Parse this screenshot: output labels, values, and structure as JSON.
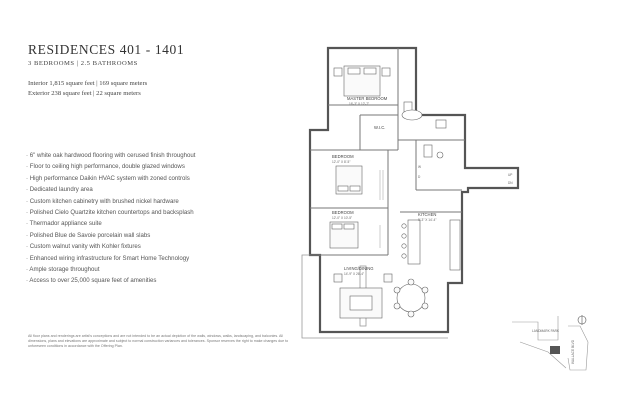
{
  "header": {
    "title": "RESIDENCES 401 - 1401",
    "subtitle": "3 BEDROOMS | 2.5 BATHROOMS",
    "interior": "Interior 1,815  square feet | 169 square meters",
    "exterior": "Exterior 238 square feet  |  22 square meters"
  },
  "features": [
    "· 6\" white oak hardwood flooring with cerused finish throughout",
    "· Floor to ceiling high performance, double glazed windows",
    "· High performance Daikin HVAC system with zoned controls",
    "· Dedicated laundry area",
    "· Custom kitchen cabinetry with brushed nickel hardware",
    "· Polished Cielo Quartzite kitchen countertops and backsplash",
    "· Thermador appliance suite",
    "· Polished Blue de Savoie porcelain wall slabs",
    "· Custom walnut vanity with Kohler fixtures",
    "· Enhanced wiring infrastructure for Smart Home Technology",
    "· Ample storage throughout",
    "· Access to over 25,000 square feet of amenities"
  ],
  "disclaimer": "All floor plans and renderings are artist's conceptions and are not intended to be an actual depiction of the walls, windows, walks, landscaping, and balconies. All dimensions, plans and elevations are approximate and subject to normal construction variances and tolerances. Sponsor reserves the right to make changes due to unforeseen conditions in accordance with the Offering Plan.",
  "plan": {
    "rooms": {
      "master": {
        "name": "MASTER BEDROOM",
        "dim": "16'-3\" X 12'-7\""
      },
      "wic": {
        "name": "W.I.C."
      },
      "bedroom1": {
        "name": "BEDROOM",
        "dim": "12'-0\" X 8'-5\""
      },
      "bedroom2": {
        "name": "BEDROOM",
        "dim": "12'-0\" X 10'-5\""
      },
      "kitchen": {
        "name": "KITCHEN",
        "dim": "9'-3\" X 14'-4\""
      },
      "living": {
        "name": "LIVING/DINING",
        "dim": "14'-9\" X 26'-4\""
      },
      "w": {
        "name": "W"
      },
      "d": {
        "name": "D"
      }
    },
    "door_labels": [
      "UP",
      "DN"
    ]
  },
  "keyplan": {
    "label_top": "LANDMARK PARK",
    "label_right": "WALLACE BLVD"
  },
  "colors": {
    "wall": "#555555",
    "line": "#8a8a8a",
    "text": "#3a3a3a"
  }
}
